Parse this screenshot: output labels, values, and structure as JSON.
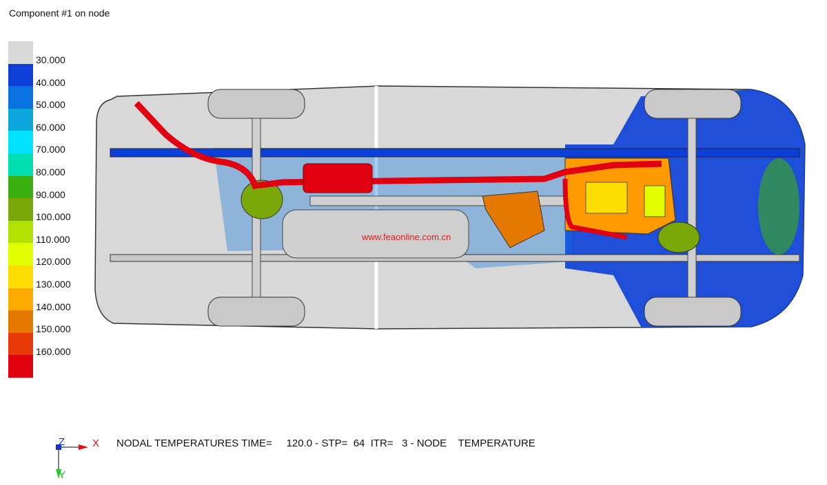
{
  "title": "Component #1 on node",
  "legend": {
    "labels": [
      "30.000",
      "40.000",
      "50.000",
      "60.000",
      "70.000",
      "80.000",
      "90.000",
      "100.000",
      "110.000",
      "120.000",
      "130.000",
      "140.000",
      "150.000",
      "160.000"
    ],
    "colors": [
      "#d9d9d9",
      "#0b3fd8",
      "#0a72e0",
      "#0aa6dc",
      "#00e2ff",
      "#00deb2",
      "#3aaf10",
      "#7aa808",
      "#b2e000",
      "#e2ff00",
      "#ffdc00",
      "#ffaa00",
      "#e57800",
      "#e83a08",
      "#e00010"
    ]
  },
  "watermark": "www.feaonline.com.cn",
  "status": {
    "text": "NODAL TEMPERATURES TIME=     120.0 - STP=  64  ITR=   3 - NODE    TEMPERATURE"
  },
  "triad": {
    "x": "X",
    "y": "Y",
    "z": "Z"
  }
}
